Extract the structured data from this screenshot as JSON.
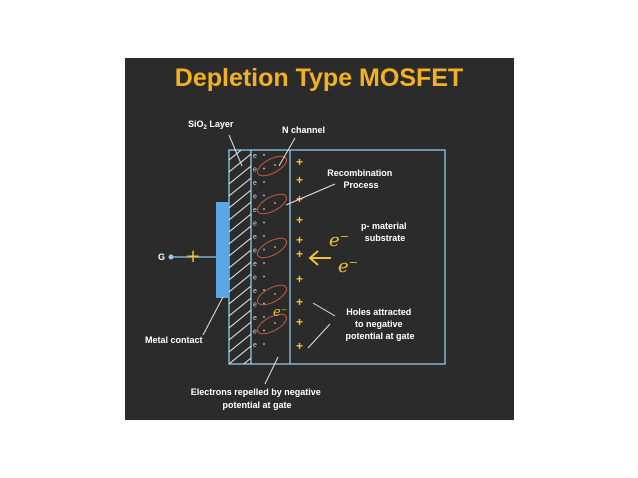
{
  "title": "Depletion Type MOSFET",
  "labels": {
    "sio2_prefix": "SiO",
    "sio2_sub": "2",
    "sio2_suffix": " Layer",
    "n_channel": "N channel",
    "recombination_line1": "Recombination",
    "recombination_line2": "Process",
    "p_material_line1": "p- material",
    "p_material_line2": "substrate",
    "gate": "G",
    "metal_contact": "Metal contact",
    "holes_line1": "Holes attracted",
    "holes_line2": "to negative",
    "holes_line3": "potential at gate",
    "electrons_line1": "Electrons repelled by negative",
    "electrons_line2": "potential at gate"
  },
  "symbols": {
    "electron": "e",
    "hole": "+",
    "annotation_electron": "e⁻",
    "annotation_plus": "+"
  },
  "colors": {
    "background": "#2b2b2b",
    "title": "#f2b21f",
    "outline": "#8ec8ee",
    "metal": "#5aa7e6",
    "annotation": "#f2c230",
    "ellipse": "#c25a3c"
  }
}
